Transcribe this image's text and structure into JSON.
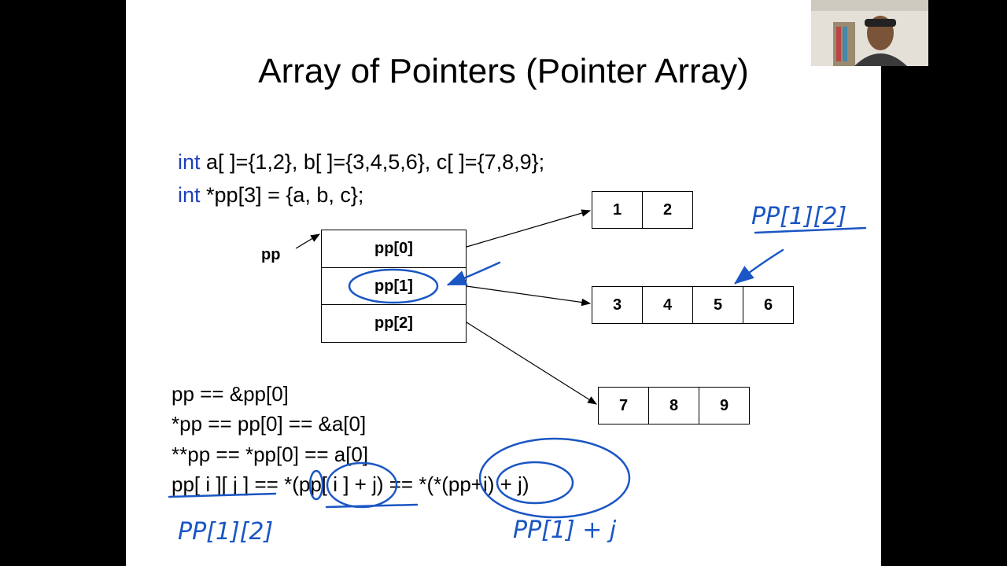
{
  "slide": {
    "title": "Array of Pointers (Pointer Array)",
    "code_line1": {
      "keyword": "int",
      "rest": " a[ ]={1,2}, b[ ]={3,4,5,6}, c[ ]={7,8,9};"
    },
    "code_line2": {
      "keyword": "int",
      "rest": " *pp[3] = {a, b, c};"
    },
    "pp_label": "pp",
    "pointer_array": [
      "pp[0]",
      "pp[1]",
      "pp[2]"
    ],
    "array_a": [
      "1",
      "2"
    ],
    "array_b": [
      "3",
      "4",
      "5",
      "6"
    ],
    "array_c": [
      "7",
      "8",
      "9"
    ],
    "expressions": [
      "pp == &pp[0]",
      "*pp == pp[0] == &a[0]",
      "**pp == *pp[0] == a[0]",
      "pp[ i ][ j ] == *(pp[ i ] + j) == *(*(pp+i) + j)"
    ]
  },
  "annotations": {
    "top_right": "PP[1][2]",
    "bottom_left": "PP[1][2]",
    "bottom_right": "PP[1] + j",
    "ink_color": "#1a56c4"
  },
  "webcam": {
    "description_icon": "presenter-video-icon"
  }
}
